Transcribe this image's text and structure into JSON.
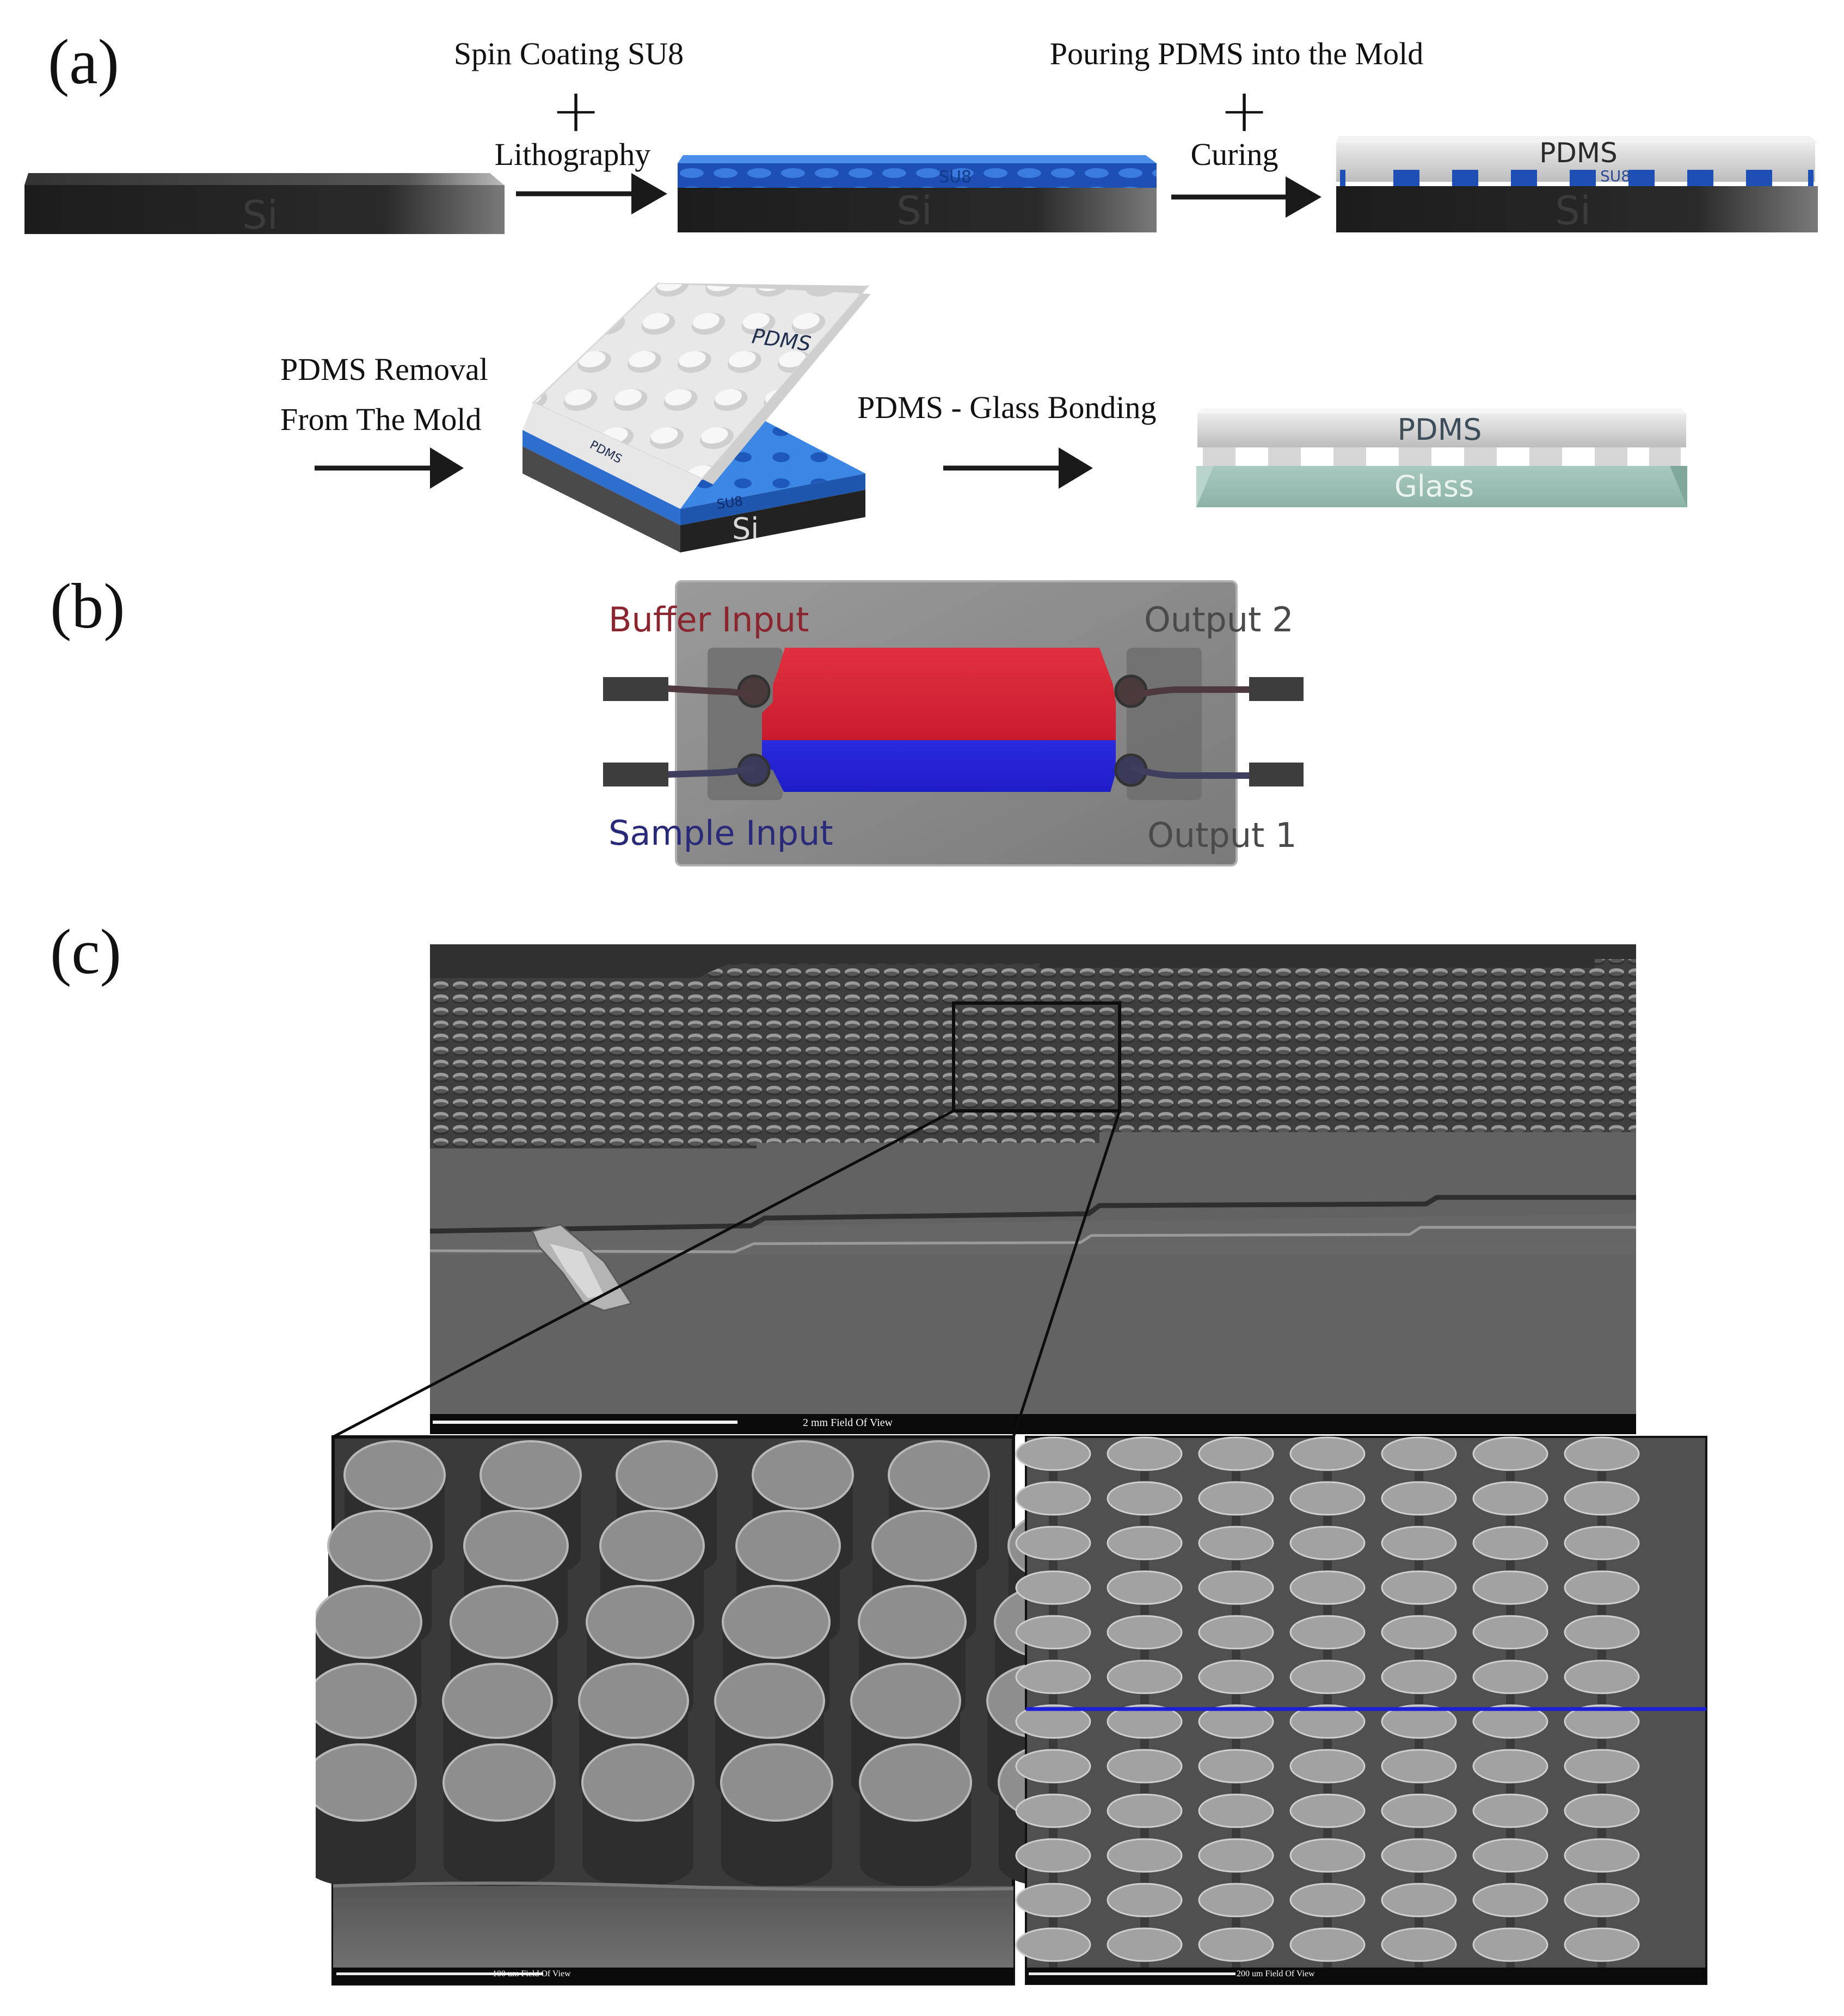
{
  "panels": {
    "a": "(a)",
    "b": "(b)",
    "c": "(c)"
  },
  "steps": {
    "spin_coating": "Spin Coating SU8",
    "lithography": "Lithography",
    "pouring": "Pouring PDMS into the Mold",
    "curing": "Curing",
    "removal_line1": "PDMS Removal",
    "removal_line2": "From The Mold",
    "bonding": "PDMS - Glass Bonding",
    "plus": "+"
  },
  "layer_labels": {
    "si": "Si",
    "su8": "SU8",
    "pdms": "PDMS",
    "glass": "Glass"
  },
  "device": {
    "buffer_input": "Buffer Input",
    "sample_input": "Sample Input",
    "output2": "Output 2",
    "output1": "Output 1",
    "colors": {
      "buffer": "#d42a3a",
      "sample": "#2222d8",
      "chip": "#8a8a8a"
    }
  },
  "sem": {
    "overview_scale": "2 mm Field Of View",
    "zoom1_scale": "100 um Field Of View",
    "zoom2_scale": "200 um Field Of View"
  }
}
